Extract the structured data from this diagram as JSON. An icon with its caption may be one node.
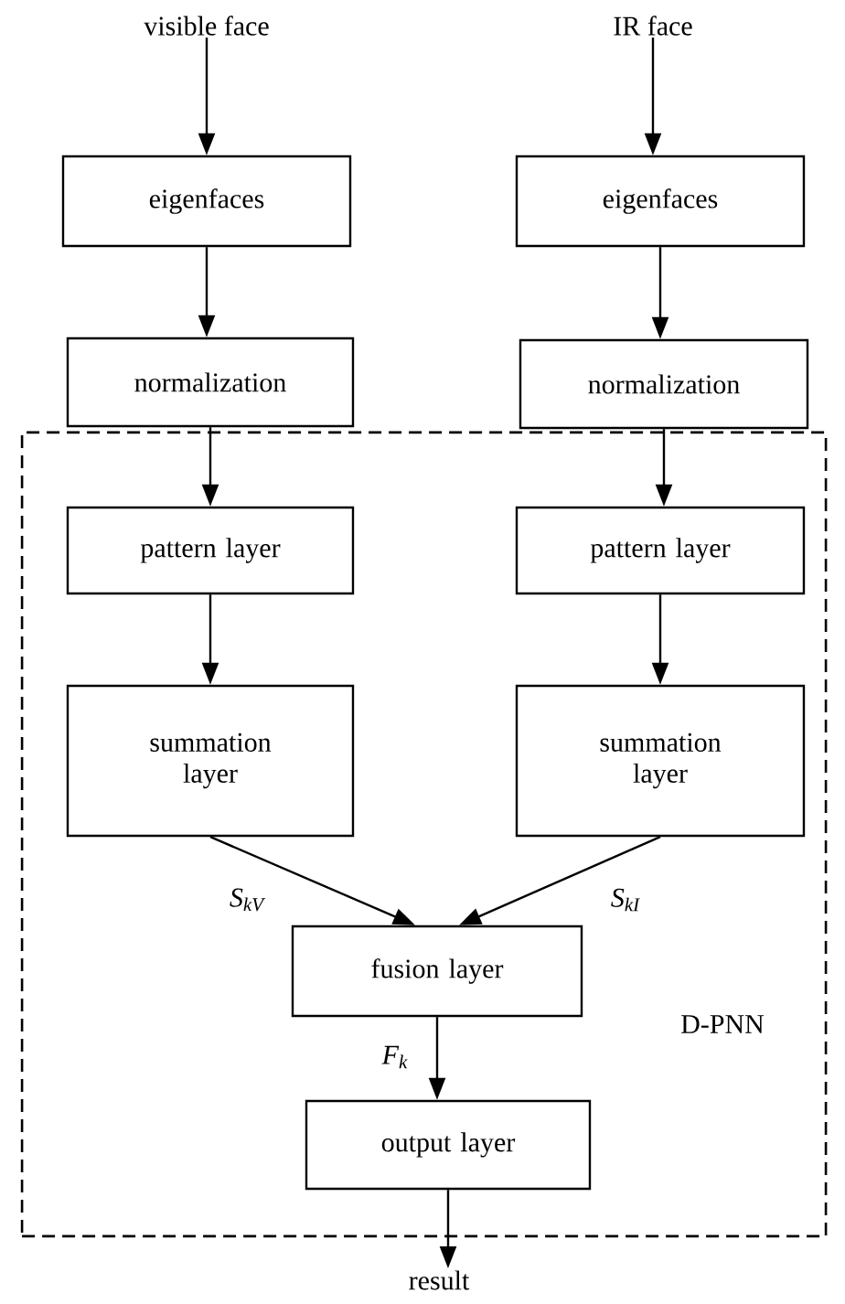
{
  "diagram": {
    "nodes": [
      {
        "text": [
          "visible face"
        ]
      },
      {
        "text": [
          "IR face"
        ]
      },
      {
        "text": [
          "eigenfaces"
        ]
      },
      {
        "text": [
          "eigenfaces"
        ]
      },
      {
        "text": [
          "normalization"
        ]
      },
      {
        "text": [
          "normalization"
        ]
      },
      {
        "text": [
          "D-PNN"
        ]
      },
      {
        "text": [
          "pattern layer"
        ],
        "in": 6
      },
      {
        "text": [
          "pattern layer"
        ],
        "in": 6
      },
      {
        "text": [
          "summation layer"
        ],
        "in": 6
      },
      {
        "text": [
          "summation layer"
        ],
        "in": 6
      },
      {
        "text": [
          "fusion layer"
        ],
        "in": 6
      },
      {
        "text": [
          "output layer"
        ],
        "in": 6
      },
      {
        "text": [
          "result"
        ]
      }
    ],
    "edges": [
      {
        "from": 0,
        "to": 2,
        "arrow": "to"
      },
      {
        "from": 1,
        "to": 3,
        "arrow": "to"
      },
      {
        "from": 2,
        "to": 4,
        "arrow": "to"
      },
      {
        "from": 3,
        "to": 5,
        "arrow": "to"
      },
      {
        "from": 4,
        "to": 7,
        "arrow": "to"
      },
      {
        "from": 5,
        "to": 8,
        "arrow": "to"
      },
      {
        "from": 7,
        "to": 9,
        "arrow": "to"
      },
      {
        "from": 8,
        "to": 10,
        "arrow": "to"
      },
      {
        "from": 9,
        "to": 11,
        "arrow": "to",
        "label": "S$_{kV}$"
      },
      {
        "from": 10,
        "to": 11,
        "arrow": "to",
        "label": "S$_{kI}$"
      },
      {
        "from": 11,
        "to": 12,
        "arrow": "to",
        "label": "F$_{k}$"
      },
      {
        "from": 12,
        "to": 13,
        "arrow": "to"
      }
    ]
  }
}
